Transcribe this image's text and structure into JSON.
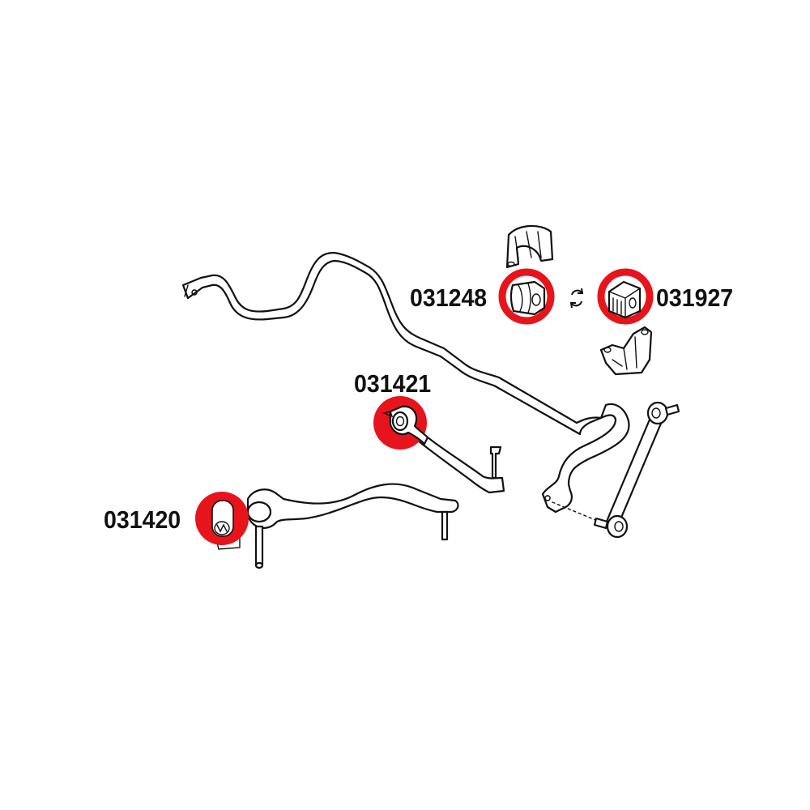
{
  "diagram": {
    "type": "exploded-parts-diagram",
    "subject": "front suspension: anti-roll bar, bushings, control arms, drop link",
    "highlight_color": "#e8141c",
    "line_color": "#111111",
    "background": "#ffffff"
  },
  "labels": {
    "stabilizer_bushing_a": "031248",
    "stabilizer_bushing_b": "031927",
    "thrust_arm_bushing": "031421",
    "control_arm_bushing": "031420"
  },
  "interchange_icon": "refresh-cycle-icon",
  "parts": [
    {
      "id": "031248",
      "description": "anti-roll bar bushing (round-back)",
      "highlighted": true
    },
    {
      "id": "031927",
      "description": "anti-roll bar bushing (square)",
      "highlighted": true
    },
    {
      "id": "031421",
      "description": "thrust arm bushing",
      "highlighted": true
    },
    {
      "id": "031420",
      "description": "lower control arm bushing",
      "highlighted": true
    }
  ]
}
